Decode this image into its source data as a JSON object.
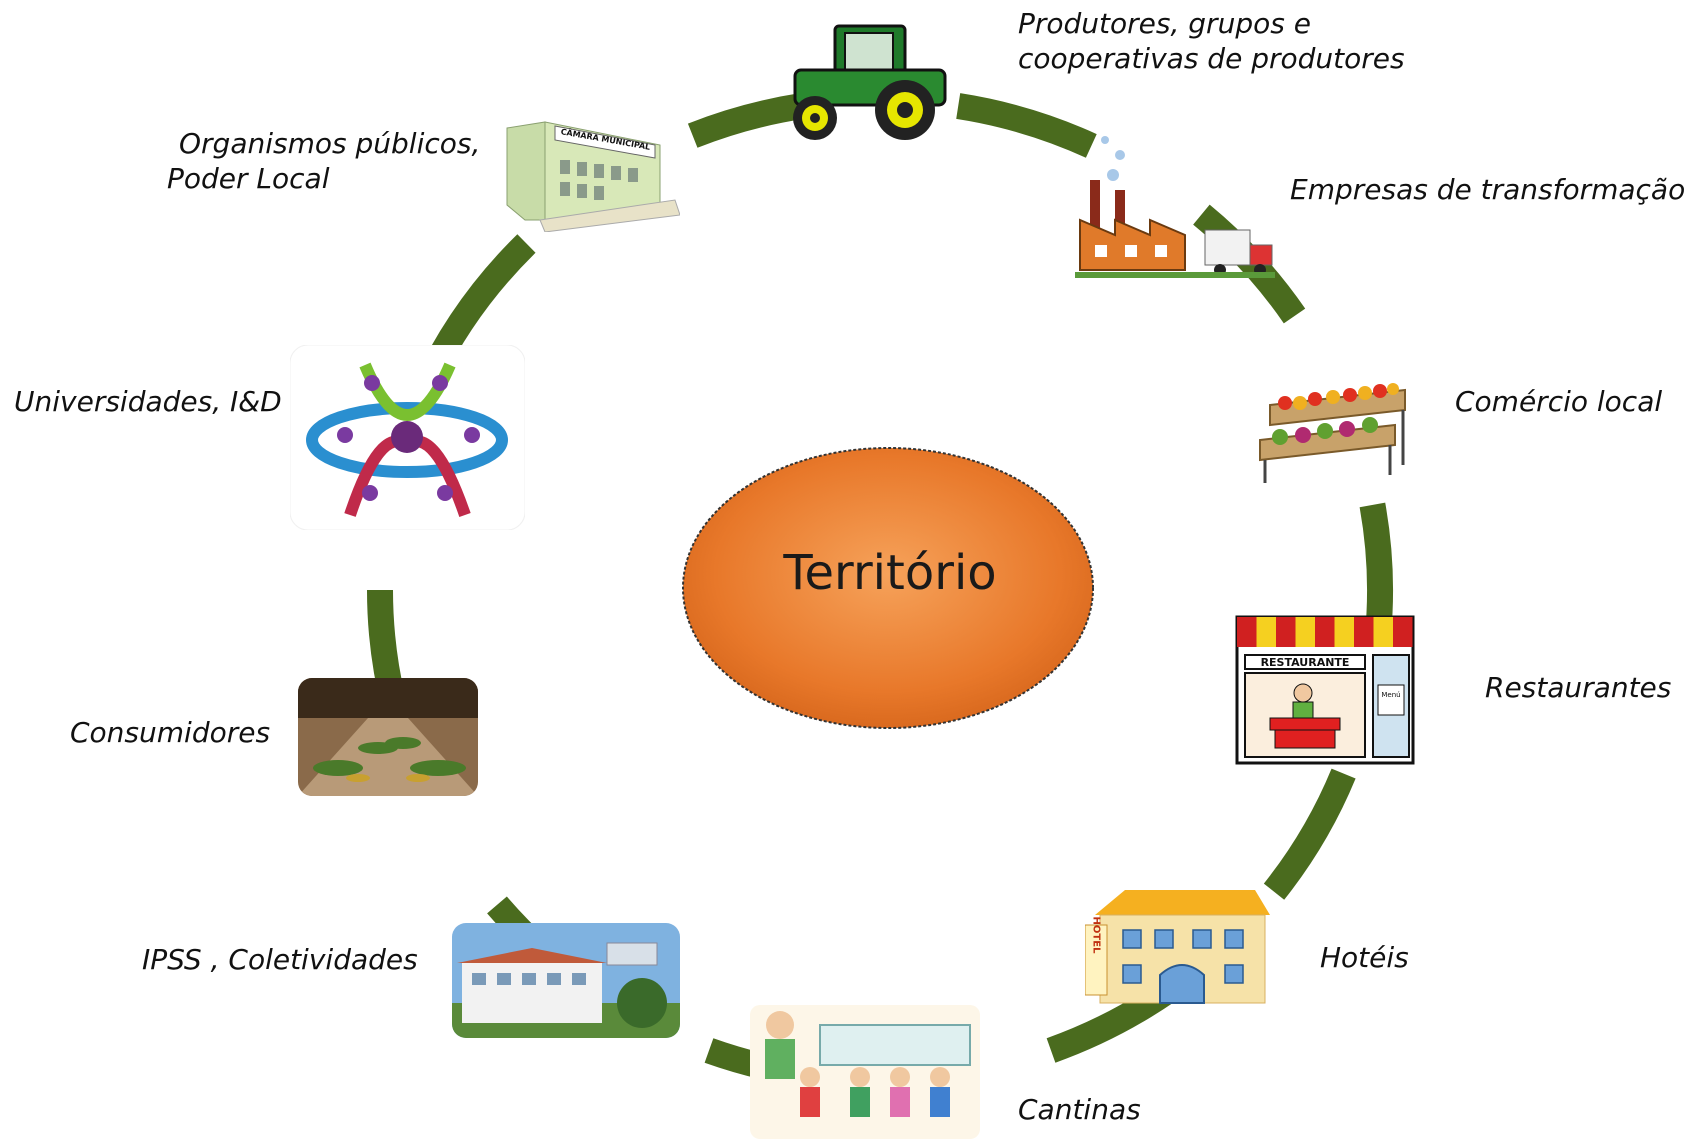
{
  "center": {
    "label": "Território",
    "color": "#e87722"
  },
  "ring_color": "#4a6b1e",
  "nodes": [
    {
      "id": "producers",
      "label_line1": "Produtores, grupos e",
      "label_line2": "cooperativas de produtores",
      "icon": "tractor-icon"
    },
    {
      "id": "processing",
      "label_line1": "Empresas  de transformação",
      "label_line2": "",
      "icon": "factory-icon"
    },
    {
      "id": "local-commerce",
      "label_line1": "Comércio local",
      "label_line2": "",
      "icon": "fruit-stand-icon"
    },
    {
      "id": "restaurants",
      "label_line1": "Restaurantes",
      "label_line2": "",
      "icon": "restaurant-icon",
      "sign_text": "RESTAURANTE",
      "menu_text": "Menú"
    },
    {
      "id": "hotels",
      "label_line1": "Hotéis",
      "label_line2": "",
      "icon": "hotel-icon",
      "sign_text": "HOTEL"
    },
    {
      "id": "canteens",
      "label_line1": "Cantinas",
      "label_line2": "",
      "icon": "canteen-icon"
    },
    {
      "id": "ipss",
      "label_line1": "IPSS , Coletividades",
      "label_line2": "",
      "icon": "building-photo"
    },
    {
      "id": "consumers",
      "label_line1": "Consumidores",
      "label_line2": "",
      "icon": "garden-photo"
    },
    {
      "id": "universities",
      "label_line1": "Universidades, I&D",
      "label_line2": "",
      "icon": "science-logo-icon"
    },
    {
      "id": "public-bodies",
      "label_line1": "Organismos públicos,",
      "label_line2": "Poder Local",
      "icon": "town-hall-icon",
      "sign_text": "CÂMARA MUNICIPAL"
    }
  ]
}
